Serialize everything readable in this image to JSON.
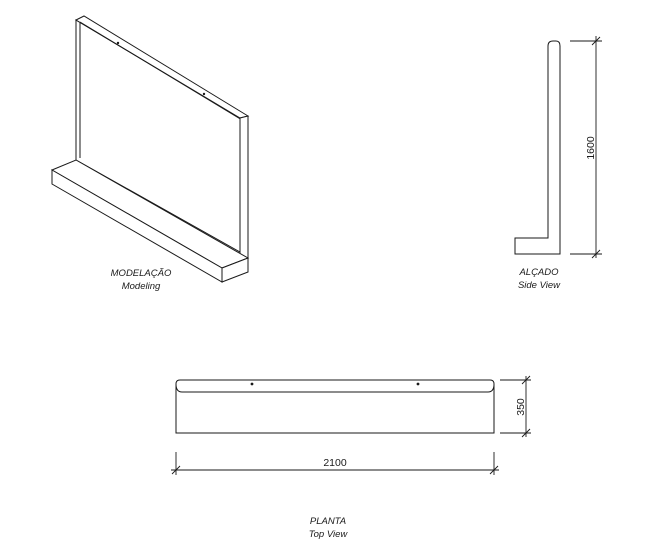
{
  "views": {
    "modeling": {
      "title": "MODELAÇÃO",
      "subtitle": "Modeling"
    },
    "side": {
      "title": "ALÇADO",
      "subtitle": "Side View",
      "height_dim": "1600"
    },
    "top": {
      "title": "PLANTA",
      "subtitle": "Top View",
      "width_dim": "2100",
      "depth_dim": "350"
    }
  }
}
